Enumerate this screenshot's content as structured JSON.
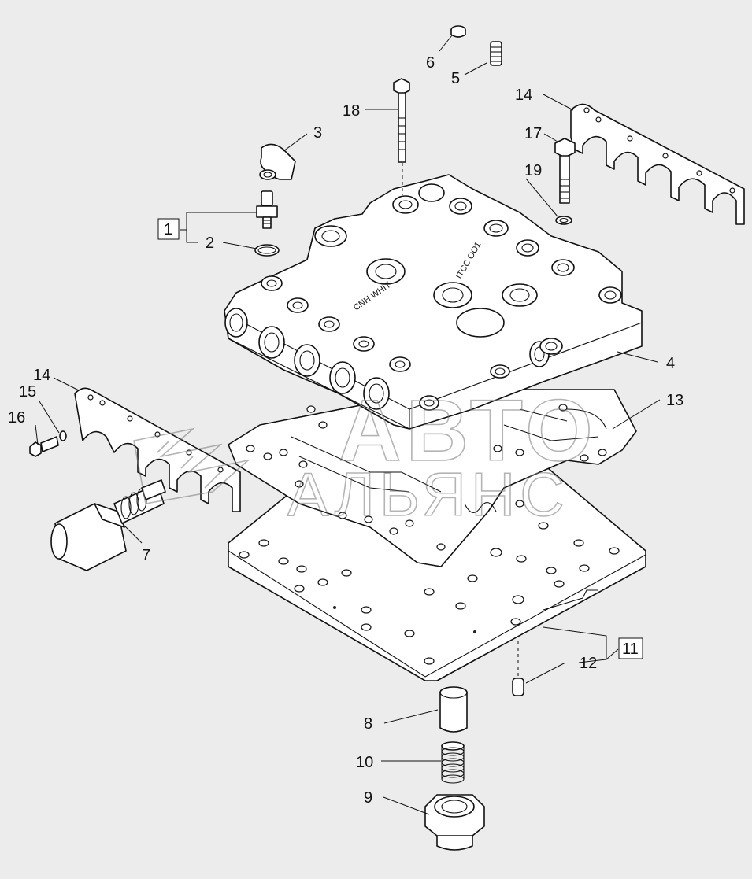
{
  "diagram": {
    "callouts": [
      {
        "id": "c1",
        "text": "1"
      },
      {
        "id": "c2",
        "text": "2"
      },
      {
        "id": "c3",
        "text": "3"
      },
      {
        "id": "c4",
        "text": "4"
      },
      {
        "id": "c5",
        "text": "5"
      },
      {
        "id": "c6",
        "text": "6"
      },
      {
        "id": "c7",
        "text": "7"
      },
      {
        "id": "c8",
        "text": "8"
      },
      {
        "id": "c9",
        "text": "9"
      },
      {
        "id": "c10",
        "text": "10"
      },
      {
        "id": "c11",
        "text": "11"
      },
      {
        "id": "c12",
        "text": "12"
      },
      {
        "id": "c13",
        "text": "13"
      },
      {
        "id": "c14a",
        "text": "14"
      },
      {
        "id": "c14b",
        "text": "14"
      },
      {
        "id": "c15",
        "text": "15"
      },
      {
        "id": "c16",
        "text": "16"
      },
      {
        "id": "c17",
        "text": "17"
      },
      {
        "id": "c18",
        "text": "18"
      },
      {
        "id": "c19",
        "text": "19"
      }
    ],
    "body_marking_1": "CNH WHIT",
    "body_marking_2": "ITCC OO1",
    "watermark_line1": "АВТО",
    "watermark_line2": "АЛЬЯНС"
  },
  "colors": {
    "background": "#ececec",
    "line": "#111111",
    "part_fill": "#ffffff",
    "watermark": "#777777"
  }
}
